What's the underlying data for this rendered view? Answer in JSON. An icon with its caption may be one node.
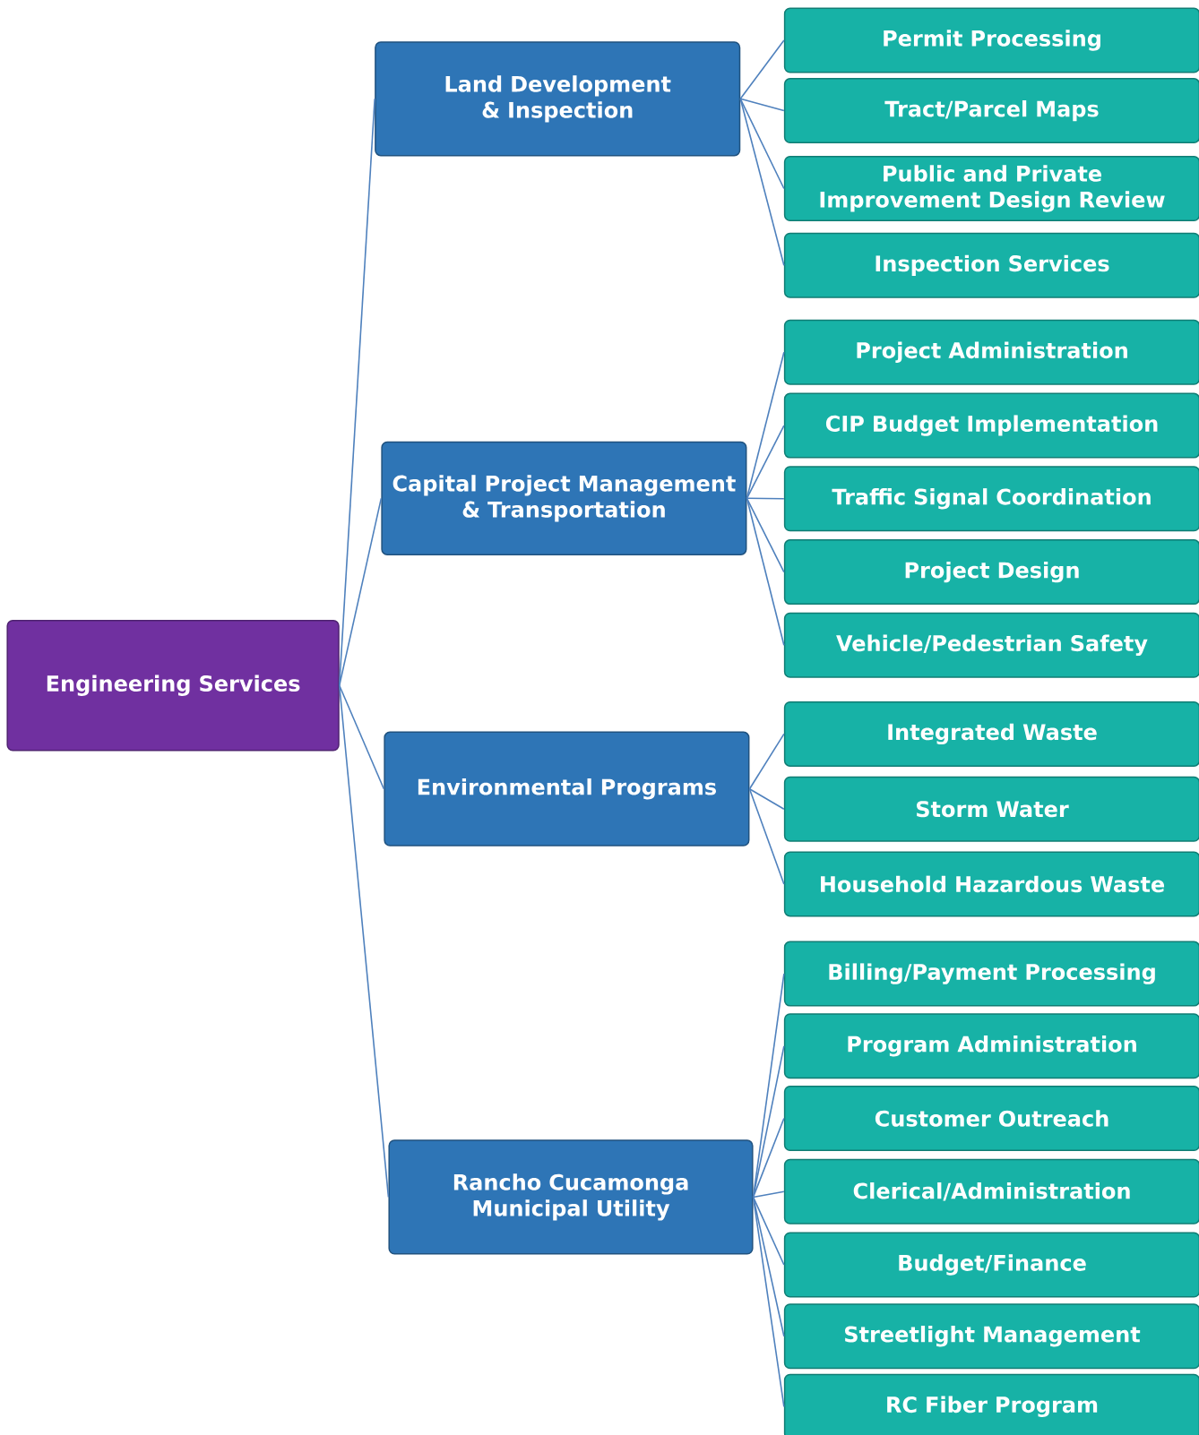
{
  "diagram": {
    "nodes": [
      {
        "text": [
          "Engineering Services"
        ]
      },
      {
        "text": [
          "Land Development & Inspection"
        ]
      },
      {
        "text": [
          "Capital Project Management & Transportation"
        ]
      },
      {
        "text": [
          "Environmental Programs"
        ]
      },
      {
        "text": [
          "Rancho Cucamonga Municipal Utility"
        ]
      },
      {
        "text": [
          "Permit Processing"
        ]
      },
      {
        "text": [
          "Tract/Parcel Maps"
        ]
      },
      {
        "text": [
          "Public and Private Improvement Design Review"
        ]
      },
      {
        "text": [
          "Inspection Services"
        ]
      },
      {
        "text": [
          "Project Administration"
        ]
      },
      {
        "text": [
          "CIP Budget Implementation"
        ]
      },
      {
        "text": [
          "Traffic Signal Coordination"
        ]
      },
      {
        "text": [
          "Project Design"
        ]
      },
      {
        "text": [
          "Vehicle/Pedestrian Safety"
        ]
      },
      {
        "text": [
          "Integrated Waste"
        ]
      },
      {
        "text": [
          "Storm Water"
        ]
      },
      {
        "text": [
          "Household Hazardous Waste"
        ]
      },
      {
        "text": [
          "Billing/Payment Processing"
        ]
      },
      {
        "text": [
          "Program Administration"
        ]
      },
      {
        "text": [
          "Customer Outreach"
        ]
      },
      {
        "text": [
          "Clerical/Administration"
        ]
      },
      {
        "text": [
          "Budget/Finance"
        ]
      },
      {
        "text": [
          "Streetlight Management"
        ]
      },
      {
        "text": [
          "RC Fiber Program"
        ]
      }
    ],
    "edges": [
      {
        "from": 0,
        "to": 1,
        "arrow": "none"
      },
      {
        "from": 0,
        "to": 2,
        "arrow": "none"
      },
      {
        "from": 0,
        "to": 3,
        "arrow": "none"
      },
      {
        "from": 0,
        "to": 4,
        "arrow": "none"
      },
      {
        "from": 1,
        "to": 5,
        "arrow": "none"
      },
      {
        "from": 1,
        "to": 6,
        "arrow": "none"
      },
      {
        "from": 1,
        "to": 7,
        "arrow": "none"
      },
      {
        "from": 1,
        "to": 8,
        "arrow": "none"
      },
      {
        "from": 2,
        "to": 9,
        "arrow": "none"
      },
      {
        "from": 2,
        "to": 10,
        "arrow": "none"
      },
      {
        "from": 2,
        "to": 11,
        "arrow": "none"
      },
      {
        "from": 2,
        "to": 12,
        "arrow": "none"
      },
      {
        "from": 2,
        "to": 13,
        "arrow": "none"
      },
      {
        "from": 3,
        "to": 14,
        "arrow": "none"
      },
      {
        "from": 3,
        "to": 15,
        "arrow": "none"
      },
      {
        "from": 3,
        "to": 16,
        "arrow": "none"
      },
      {
        "from": 4,
        "to": 17,
        "arrow": "none"
      },
      {
        "from": 4,
        "to": 18,
        "arrow": "none"
      },
      {
        "from": 4,
        "to": 19,
        "arrow": "none"
      },
      {
        "from": 4,
        "to": 20,
        "arrow": "none"
      },
      {
        "from": 4,
        "to": 21,
        "arrow": "none"
      },
      {
        "from": 4,
        "to": 22,
        "arrow": "none"
      },
      {
        "from": 4,
        "to": 23,
        "arrow": "none"
      }
    ]
  }
}
